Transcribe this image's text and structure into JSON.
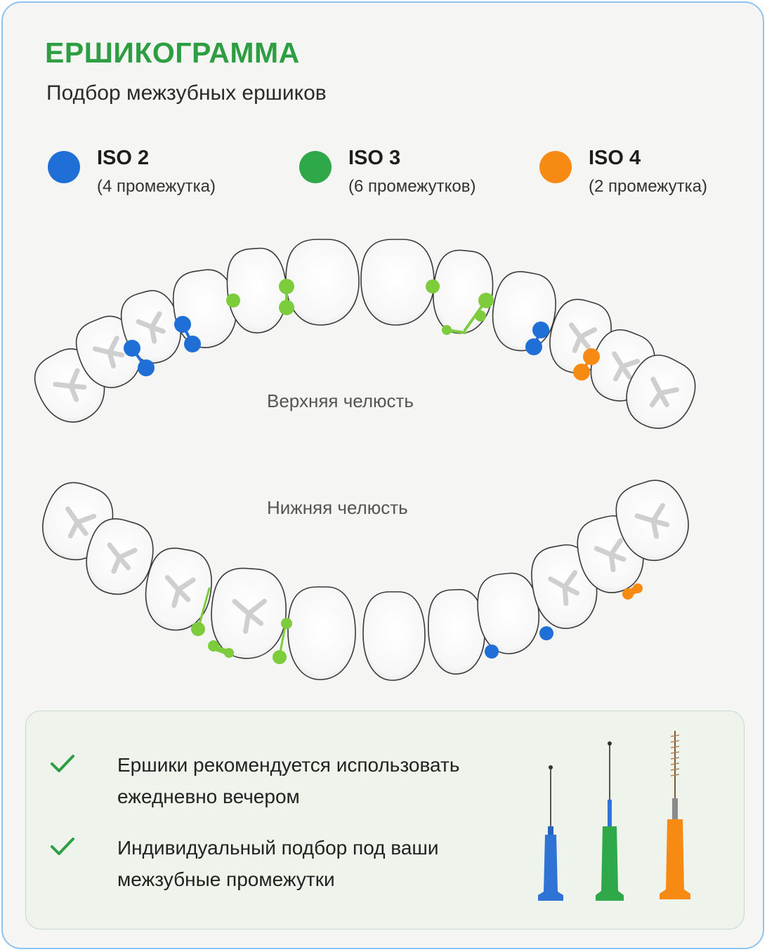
{
  "title": "ЕРШИКОГРАММА",
  "subtitle": "Подбор межзубных ершиков",
  "legend": [
    {
      "name": "ISO 2",
      "count": "(4 промежутка)",
      "color": "#1f6fd6"
    },
    {
      "name": "ISO 3",
      "count": "(6 промежутков)",
      "color": "#2ea848"
    },
    {
      "name": "ISO 4",
      "count": "(2 промежутка)",
      "color": "#f68a12"
    }
  ],
  "jaws": {
    "upper_label": "Верхняя челюсть",
    "lower_label": "Нижняя челюсть"
  },
  "tips": [
    {
      "text": "Ершики рекомендуется использовать ежедневно вечером"
    },
    {
      "text": "Индивидуальный подбор под ваши межзубные промежутки"
    }
  ],
  "colors": {
    "accent_green": "#2e9e43",
    "check_green": "#2e9e43",
    "iso3_marker_green": "#7ccc3c"
  },
  "icons": [
    "check-icon",
    "interdental-brush-icon"
  ]
}
